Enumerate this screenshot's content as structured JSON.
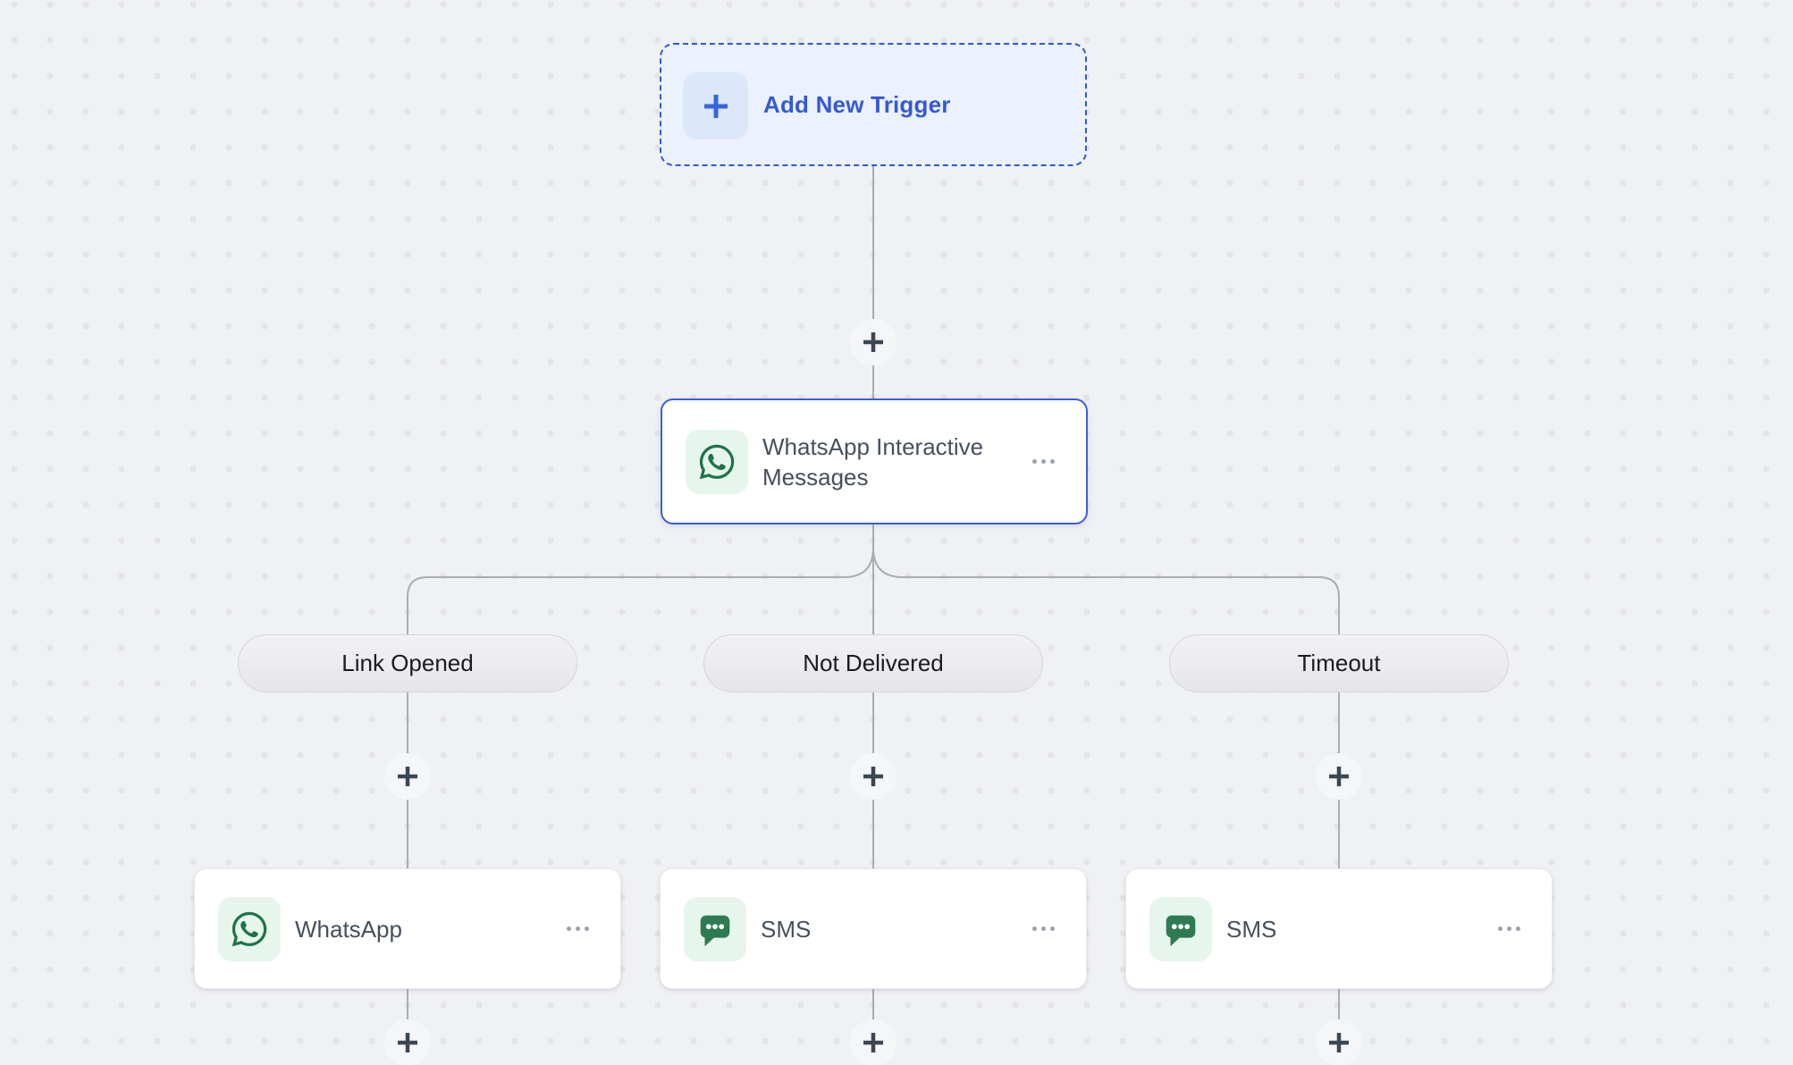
{
  "app": {
    "name": "Flow builder canvas"
  },
  "colors": {
    "canvas_bg": "#F0F1F4",
    "dot_grid": "#E3E4E8",
    "accent_blue": "#3558D8",
    "trigger_bg": "#EBF2FD",
    "trigger_tile_bg": "#DCE7FA",
    "root_node_border": "#3D5ED5",
    "whatsapp_green": "#1D7349",
    "sms_green": "#2E7B52",
    "icon_tile_green": "#E7F6ED",
    "connector_line": "#A9ADB4",
    "plus_glyph": "#3C4754",
    "node_text": "#46505C",
    "pill_text": "#191B1F",
    "ellipsis_gray": "#9AA3AD"
  },
  "trigger": {
    "label": "Add New Trigger",
    "icon": "plus-icon"
  },
  "root_node": {
    "title": "WhatsApp Interactive Messages",
    "icon": "whatsapp-icon",
    "menu": "ellipsis-icon"
  },
  "branches": [
    {
      "label": "Link Opened",
      "node": {
        "title": "WhatsApp",
        "icon": "whatsapp-icon",
        "menu": "ellipsis-icon"
      }
    },
    {
      "label": "Not Delivered",
      "node": {
        "title": "SMS",
        "icon": "sms-icon",
        "menu": "ellipsis-icon"
      }
    },
    {
      "label": "Timeout",
      "node": {
        "title": "SMS",
        "icon": "sms-icon",
        "menu": "ellipsis-icon"
      }
    }
  ]
}
